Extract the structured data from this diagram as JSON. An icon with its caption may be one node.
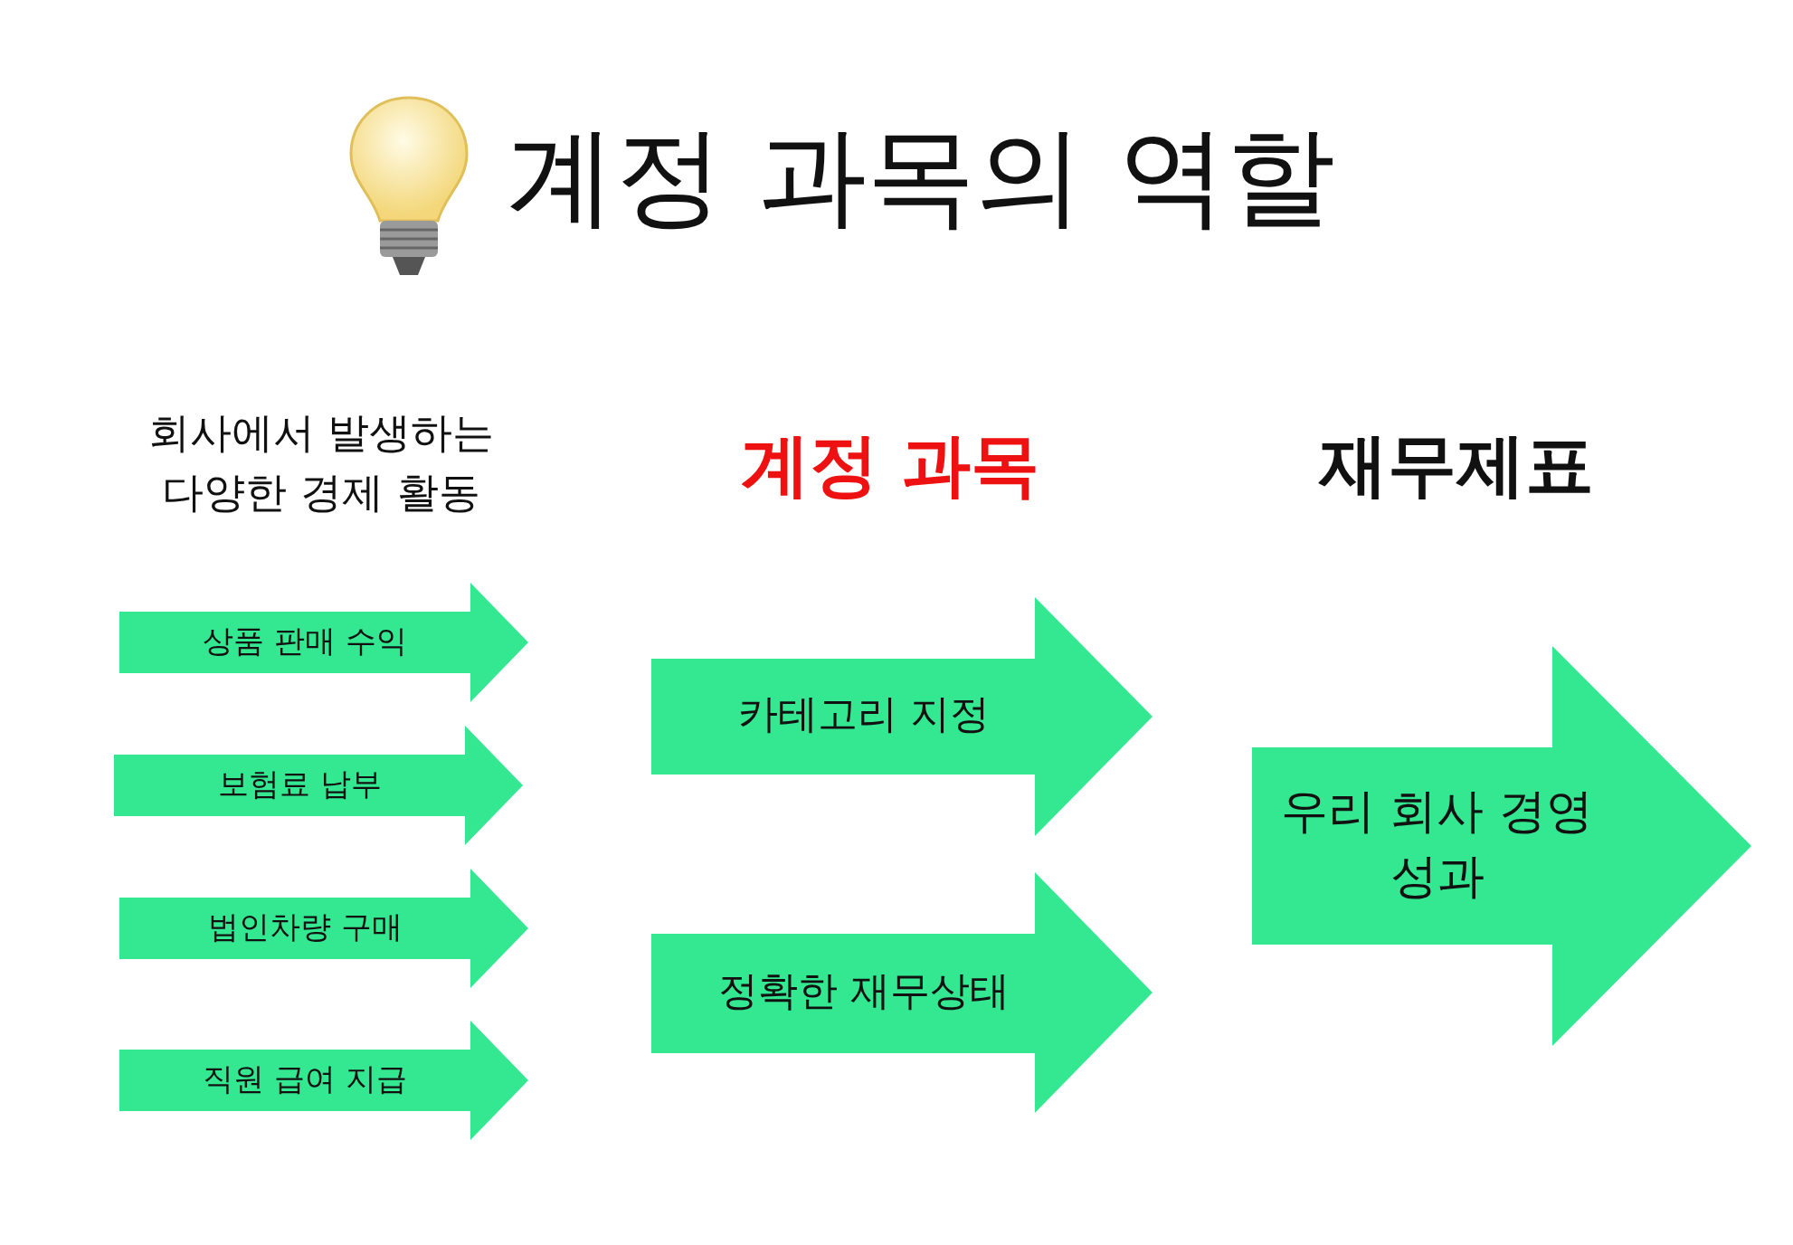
{
  "diagram": {
    "title": "계정 과목의 역할",
    "nodes": [
      {
        "text": [
          "상품 판매 수익"
        ]
      },
      {
        "text": [
          "보험료 납부"
        ]
      },
      {
        "text": [
          "법인차량 구매"
        ]
      },
      {
        "text": [
          "직원 급여 지급"
        ]
      },
      {
        "text": [
          "카테고리 지정"
        ]
      },
      {
        "text": [
          "정확한 재무상태"
        ]
      },
      {
        "text": [
          "우리 회사 경영 성과"
        ]
      }
    ],
    "labels": [
      "회사에서 발생하는 다양한 경제 활동",
      "계정 과목",
      "재무제표"
    ]
  }
}
